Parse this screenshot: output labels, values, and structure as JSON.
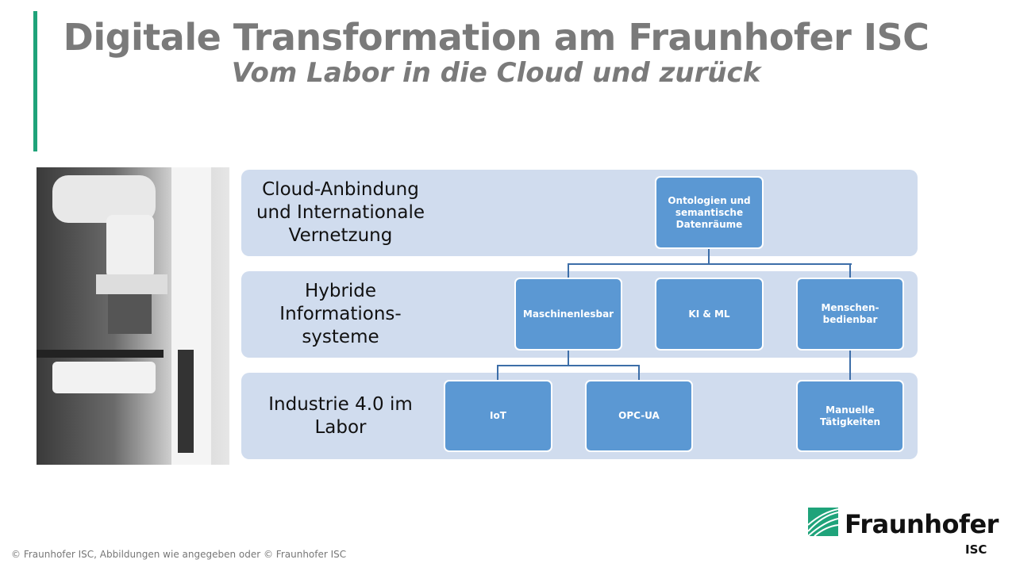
{
  "title": "Digitale Transformation am Fraunhofer ISC",
  "subtitle": "Vom Labor in die Cloud und zurück",
  "bands": [
    {
      "label": "Cloud-Anbindung\nund Internationale\nVernetzung"
    },
    {
      "label": "Hybride\nInformations-\nsysteme"
    },
    {
      "label": "Industrie 4.0 im\nLabor"
    }
  ],
  "nodes": {
    "ontologien": "Ontologien und\nsemantische\nDatenräume",
    "maschinenlesbar": "Maschinenlesbar",
    "ki_ml": "KI & ML",
    "menschenbedienbar": "Menschen-\nbedienbar",
    "iot": "IoT",
    "opcua": "OPC-UA",
    "manuelle": "Manuelle\nTätigkeiten"
  },
  "footer": "© Fraunhofer ISC, Abbildungen wie angegeben oder © Fraunhofer ISC",
  "logo": {
    "name": "Fraunhofer",
    "sub": "ISC"
  },
  "colors": {
    "accent": "#1fa37a",
    "node": "#5b98d3",
    "band": "#d0dcee"
  }
}
